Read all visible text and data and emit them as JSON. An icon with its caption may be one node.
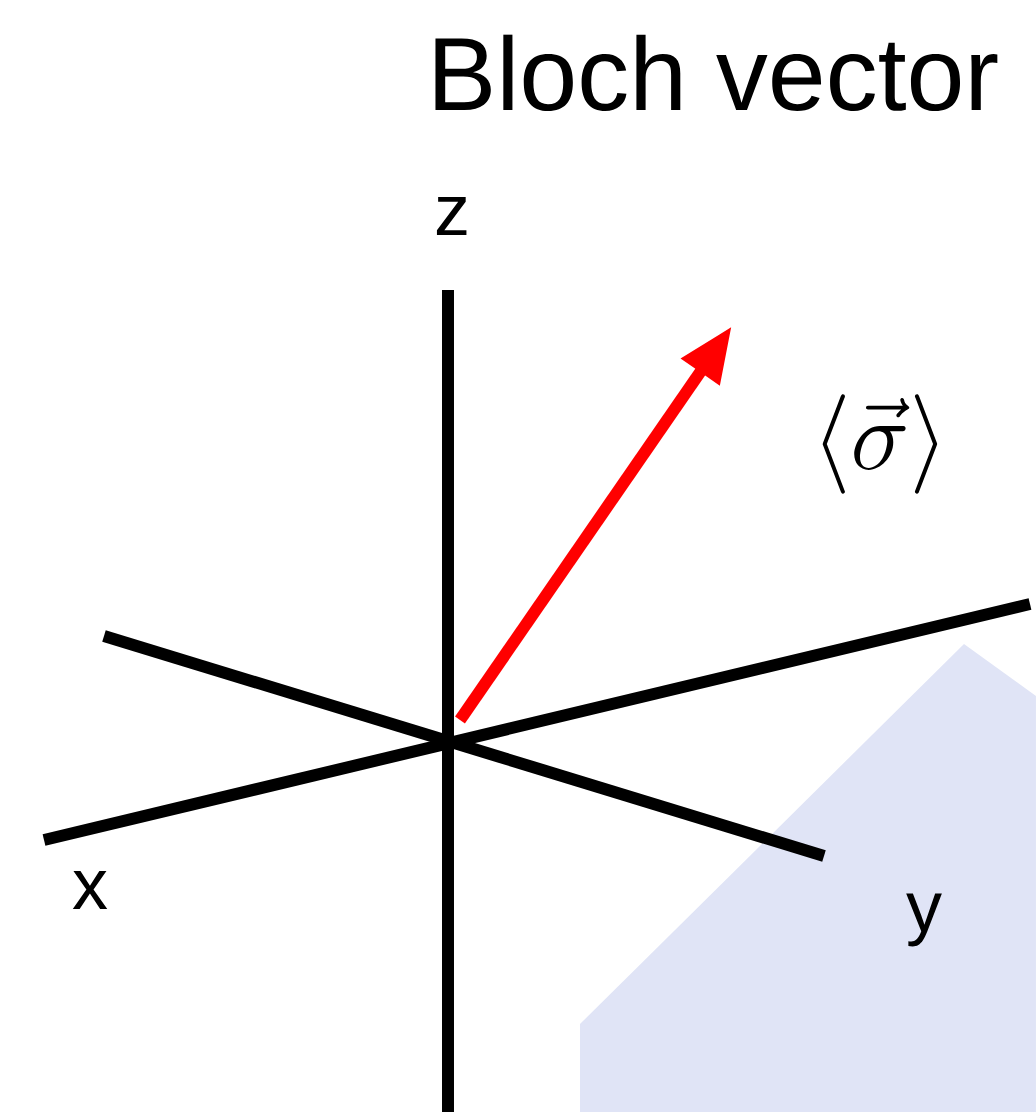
{
  "diagram": {
    "title": "Bloch vector",
    "labels": [
      "z",
      "\\langle\\vec{\\sigma}\\rangle",
      "x",
      "y"
    ]
  }
}
